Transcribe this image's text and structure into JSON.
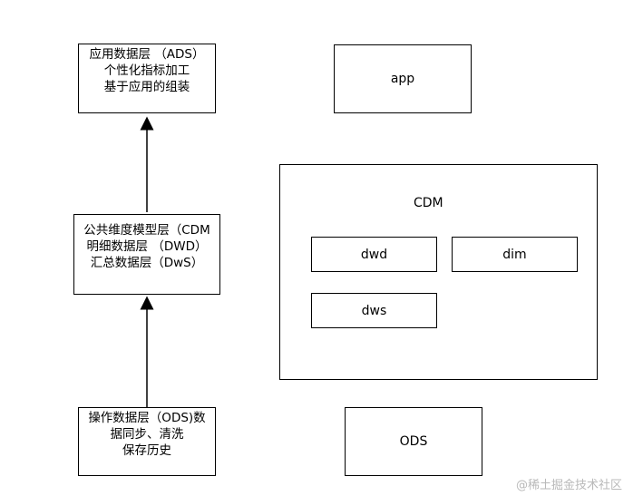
{
  "left_stack": {
    "ads": {
      "lines": [
        "应用数据层 （ADS）",
        "个性化指标加工",
        "基于应用的组装"
      ]
    },
    "cdm": {
      "lines": [
        "公共维度模型层（CDM",
        "明细数据层 （DWD）",
        "汇总数据层（DwS）"
      ]
    },
    "ods": {
      "lines": [
        "操作数据层（ODS)数",
        "据同步、清洗",
        "保存历史"
      ]
    }
  },
  "right_stack": {
    "app": "app",
    "cdm_group": {
      "title": "CDM",
      "dwd": "dwd",
      "dim": "dim",
      "dws": "dws"
    },
    "ods": "ODS"
  },
  "watermark": "@稀土掘金技术社区",
  "colors": {
    "stroke": "#000000",
    "background": "#ffffff",
    "watermark": "#b9b9b9"
  }
}
